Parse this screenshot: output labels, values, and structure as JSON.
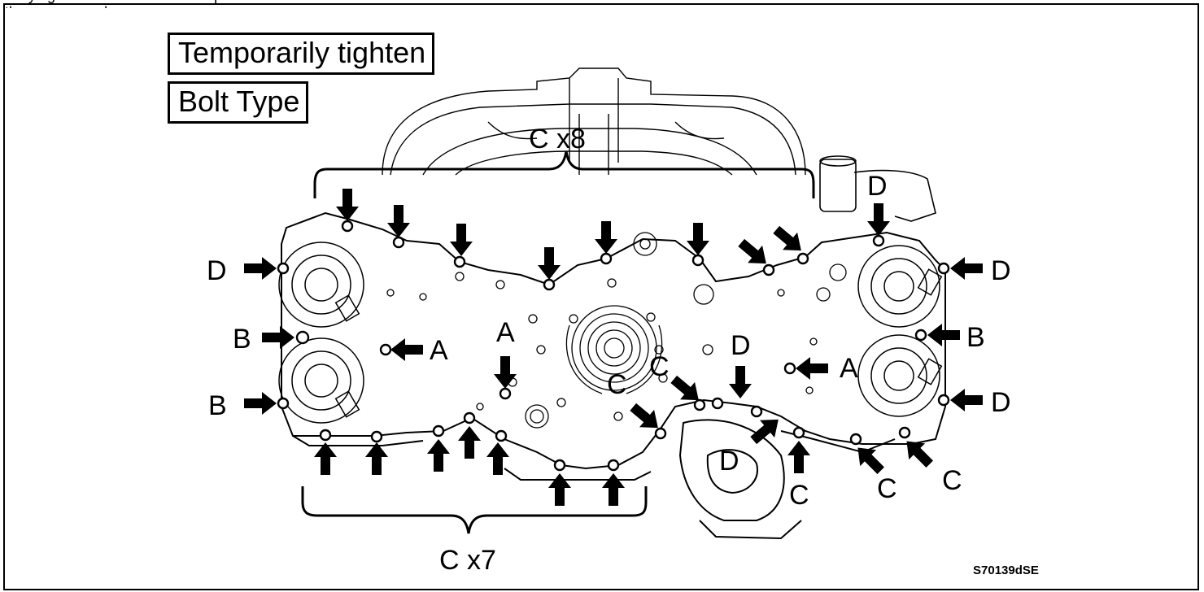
{
  "header": {
    "cut_text": "Fully tighten the bolts in several passes in the sequence shown"
  },
  "box_labels": {
    "temporarily_tighten": "Temporarily tighten",
    "bolt_type": "Bolt Type"
  },
  "bolt_groups": {
    "top_group": "C x8",
    "bottom_group": "C x7"
  },
  "callouts": {
    "left_d": "D",
    "left_b_upper": "B",
    "left_b_lower": "B",
    "left_a": "A",
    "center_a": "A",
    "right_a": "A",
    "right_d_upper": "D",
    "right_d_top": "D",
    "right_b": "B",
    "right_d_lower": "D",
    "center_c_left": "C",
    "center_c_right": "C",
    "center_d": "D",
    "pump_d": "D",
    "pump_c": "C",
    "bottom_c_1": "C",
    "bottom_c_2": "C"
  },
  "figure_id": "S70139dSE"
}
